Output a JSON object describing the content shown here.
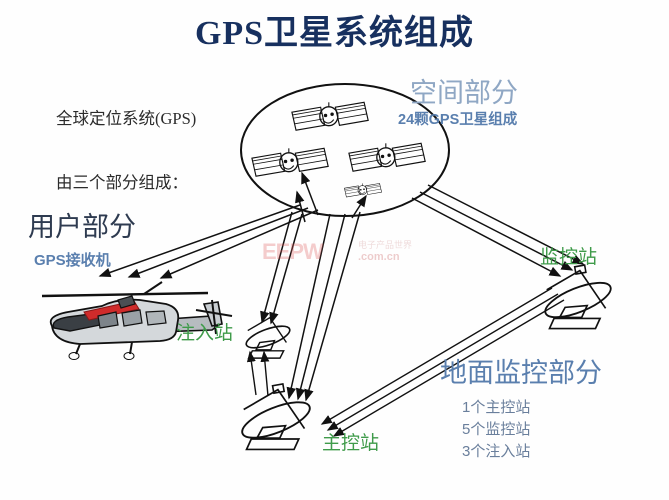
{
  "title": "GPS卫星系统组成",
  "intro": {
    "line1": "全球定位系统(GPS)",
    "line2": "由三个部分组成："
  },
  "segments": {
    "space": {
      "title": "空间部分",
      "subtitle": "24颗GPS卫星组成",
      "satellite_count": 24
    },
    "user": {
      "title": "用户部分",
      "subtitle": "GPS接收机"
    },
    "ground": {
      "title": "地面监控部分",
      "lines": [
        "1个主控站",
        "5个监控站",
        "3个注入站"
      ],
      "master_stations": 1,
      "monitor_stations": 5,
      "injection_stations": 3
    }
  },
  "station_labels": {
    "monitor": "监控站",
    "injection": "注入站",
    "master": "主控站"
  },
  "watermark": {
    "logo": "EEPW",
    "domain": ".com.cn",
    "zh": "电子产品世界"
  },
  "colors": {
    "title": "#17305f",
    "space_title": "#8fa7c4",
    "blue_text": "#5a7fae",
    "green_label": "#3f9b4a",
    "user_title": "#2e3b50",
    "ground_title": "#5a7fae",
    "line": "#111111",
    "watermark": "#e05a5a"
  },
  "icons": {
    "satellite": "satellite-icon",
    "dish": "satellite-dish-icon",
    "helicopter": "helicopter-icon",
    "orbit": "orbit-ellipse-icon",
    "signal_arrow": "signal-arrow-icon"
  }
}
